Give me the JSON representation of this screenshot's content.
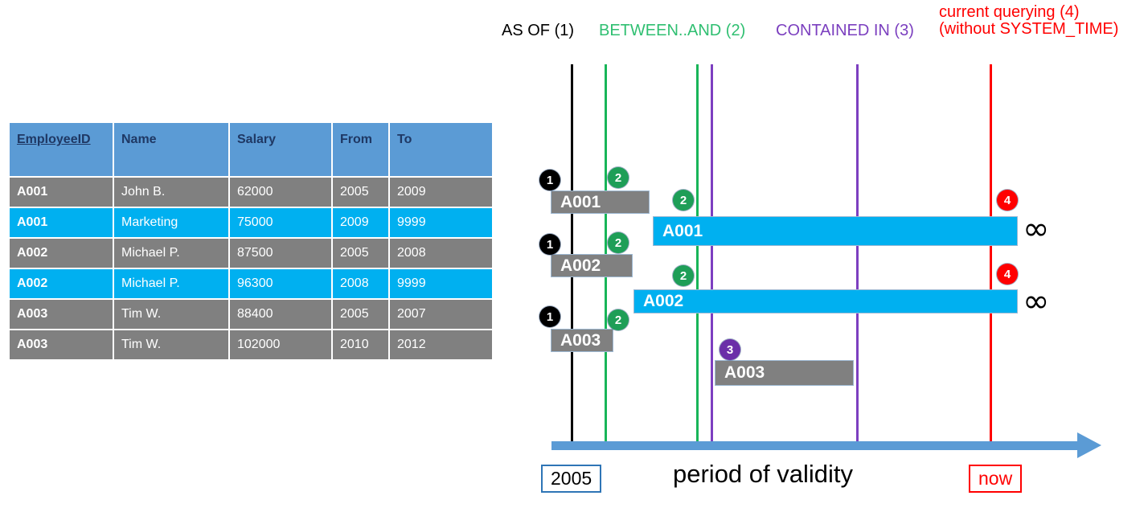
{
  "table": {
    "name": "employee-temporal-table",
    "columns": [
      {
        "key": "EmployeeID",
        "label": "EmployeeID",
        "primary_key": true
      },
      {
        "key": "Name",
        "label": "Name",
        "primary_key": false
      },
      {
        "key": "Salary",
        "label": "Salary",
        "primary_key": false
      },
      {
        "key": "From",
        "label": "From",
        "primary_key": false
      },
      {
        "key": "To",
        "label": "To",
        "primary_key": false
      }
    ],
    "rows": [
      {
        "style": "gray",
        "cells": [
          "A001",
          "John  B.",
          "62000",
          "2005",
          "2009"
        ]
      },
      {
        "style": "cyan",
        "cells": [
          "A001",
          "Marketing",
          "75000",
          "2009",
          "9999"
        ]
      },
      {
        "style": "gray",
        "cells": [
          "A002",
          "Michael P.",
          "87500",
          "2005",
          "2008"
        ]
      },
      {
        "style": "cyan",
        "cells": [
          "A002",
          "Michael P.",
          "96300",
          "2008",
          "9999"
        ]
      },
      {
        "style": "gray",
        "cells": [
          "A003",
          "Tim W.",
          "88400",
          "2005",
          "2007"
        ]
      },
      {
        "style": "gray",
        "cells": [
          "A003",
          "Tim W.",
          "102000",
          "2010",
          "2012"
        ]
      }
    ]
  },
  "legend": {
    "items": [
      {
        "id": 1,
        "label": "AS OF (1)",
        "color": "#000000"
      },
      {
        "id": 2,
        "label": "BETWEEN..AND (2)",
        "color": "#2FBF71"
      },
      {
        "id": 3,
        "label": "CONTAINED IN (3)",
        "color": "#7B3FBF"
      },
      {
        "id": 4,
        "label_line1": "current querying (4)",
        "label_line2": "(without SYSTEM_TIME)",
        "color": "#FF0000"
      }
    ]
  },
  "timeline": {
    "start_label": "2005",
    "end_label": "now",
    "caption": "period of validity",
    "infinity_symbol": "∞",
    "bars": [
      {
        "label": "A001",
        "style": "gray",
        "row": 1
      },
      {
        "label": "A001",
        "style": "cyan",
        "row": 2,
        "open_ended": true
      },
      {
        "label": "A002",
        "style": "gray",
        "row": 3
      },
      {
        "label": "A002",
        "style": "cyan",
        "row": 4,
        "open_ended": true
      },
      {
        "label": "A003",
        "style": "gray",
        "row": 5
      },
      {
        "label": "A003",
        "style": "gray",
        "row": 6
      }
    ],
    "markers": [
      {
        "text": "1",
        "color": "black"
      },
      {
        "text": "2",
        "color": "green"
      },
      {
        "text": "2",
        "color": "green"
      },
      {
        "text": "1",
        "color": "black"
      },
      {
        "text": "2",
        "color": "green"
      },
      {
        "text": "2",
        "color": "green"
      },
      {
        "text": "4",
        "color": "red"
      },
      {
        "text": "4",
        "color": "red"
      },
      {
        "text": "1",
        "color": "black"
      },
      {
        "text": "2",
        "color": "green"
      },
      {
        "text": "3",
        "color": "purple"
      }
    ]
  },
  "colors": {
    "header_blue": "#5B9BD5",
    "header_text": "#1F3864",
    "row_gray": "#808080",
    "row_cyan": "#00B0F0",
    "green": "#18B558",
    "purple": "#7D3FC0",
    "red": "#FF0000",
    "axis_blue": "#5B9BD5"
  }
}
